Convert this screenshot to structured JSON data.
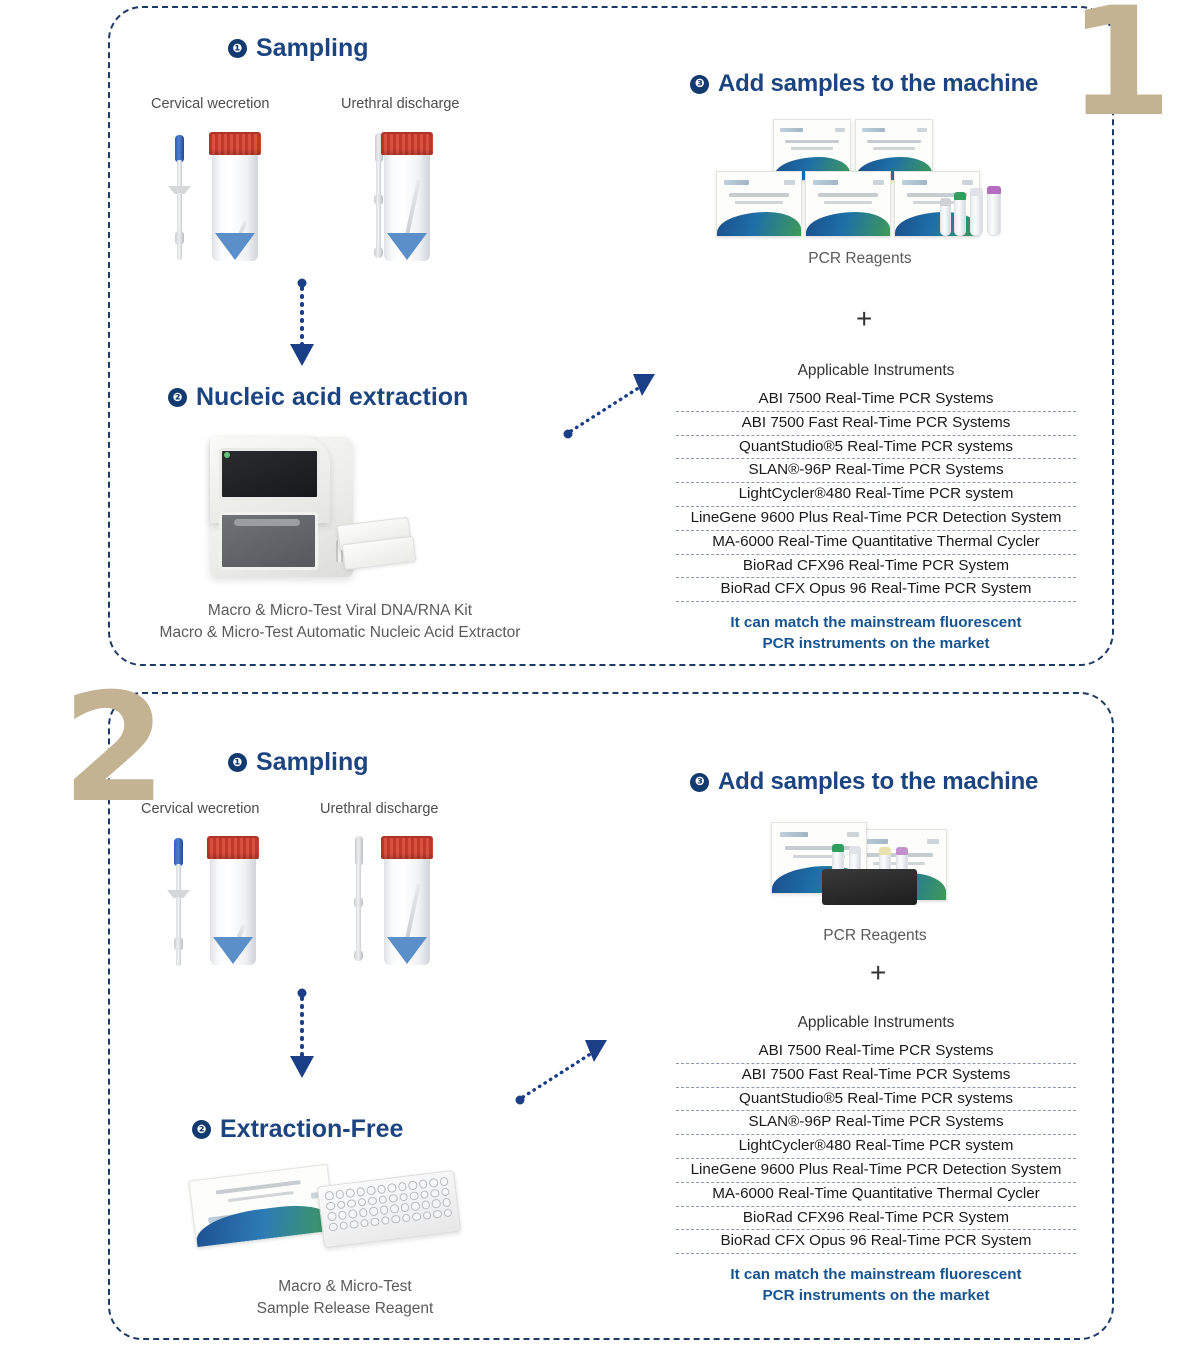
{
  "sections": [
    {
      "number": "1",
      "sampling": {
        "badge": "❶",
        "title": "Sampling",
        "specimen_labels": [
          "Cervical wecretion",
          "Urethral discharge"
        ]
      },
      "step2": {
        "badge": "❷",
        "title": "Nucleic acid extraction",
        "caption_line1": "Macro & Micro-Test Viral DNA/RNA Kit",
        "caption_line2": "Macro & Micro-Test Automatic Nucleic Acid Extractor"
      },
      "step3": {
        "badge": "❸",
        "title": "Add samples to the machine",
        "reagents_label": "PCR Reagents",
        "plus": "+",
        "instruments_title": "Applicable Instruments",
        "instruments": [
          "ABI 7500 Real-Time PCR Systems",
          "ABI 7500 Fast Real-Time PCR Systems",
          "QuantStudio®5 Real-Time PCR systems",
          "SLAN®-96P Real-Time PCR Systems",
          "LightCycler®480 Real-Time PCR system",
          "LineGene 9600 Plus Real-Time PCR Detection System",
          "MA-6000 Real-Time Quantitative Thermal Cycler",
          "BioRad CFX96 Real-Time PCR System",
          "BioRad CFX Opus 96 Real-Time PCR System"
        ],
        "note_line1": "It can match the mainstream fluorescent",
        "note_line2": "PCR instruments on the market"
      }
    },
    {
      "number": "2",
      "sampling": {
        "badge": "❶",
        "title": "Sampling",
        "specimen_labels": [
          "Cervical wecretion",
          "Urethral discharge"
        ]
      },
      "step2": {
        "badge": "❷",
        "title": "Extraction-Free",
        "caption_line1": "Macro & Micro-Test",
        "caption_line2": "Sample Release Reagent"
      },
      "step3": {
        "badge": "❸",
        "title": "Add samples to the machine",
        "reagents_label": "PCR Reagents",
        "plus": "+",
        "instruments_title": "Applicable Instruments",
        "instruments": [
          "ABI 7500 Real-Time PCR Systems",
          "ABI 7500 Fast Real-Time PCR Systems",
          "QuantStudio®5 Real-Time PCR systems",
          "SLAN®-96P Real-Time PCR Systems",
          "LightCycler®480 Real-Time PCR system",
          "LineGene 9600 Plus Real-Time PCR Detection System",
          "MA-6000 Real-Time Quantitative Thermal Cycler",
          "BioRad CFX96 Real-Time PCR System",
          "BioRad CFX Opus 96 Real-Time PCR System"
        ],
        "note_line1": "It can match the mainstream fluorescent",
        "note_line2": "PCR instruments on the market"
      }
    }
  ],
  "colors": {
    "panel_border": "#1d3a63",
    "heading_blue": "#1c4480",
    "note_blue": "#16538f",
    "big_number_tan": "#c4b393",
    "cap_red": "#c0392b",
    "liquid_blue": "#5b8fc9"
  }
}
